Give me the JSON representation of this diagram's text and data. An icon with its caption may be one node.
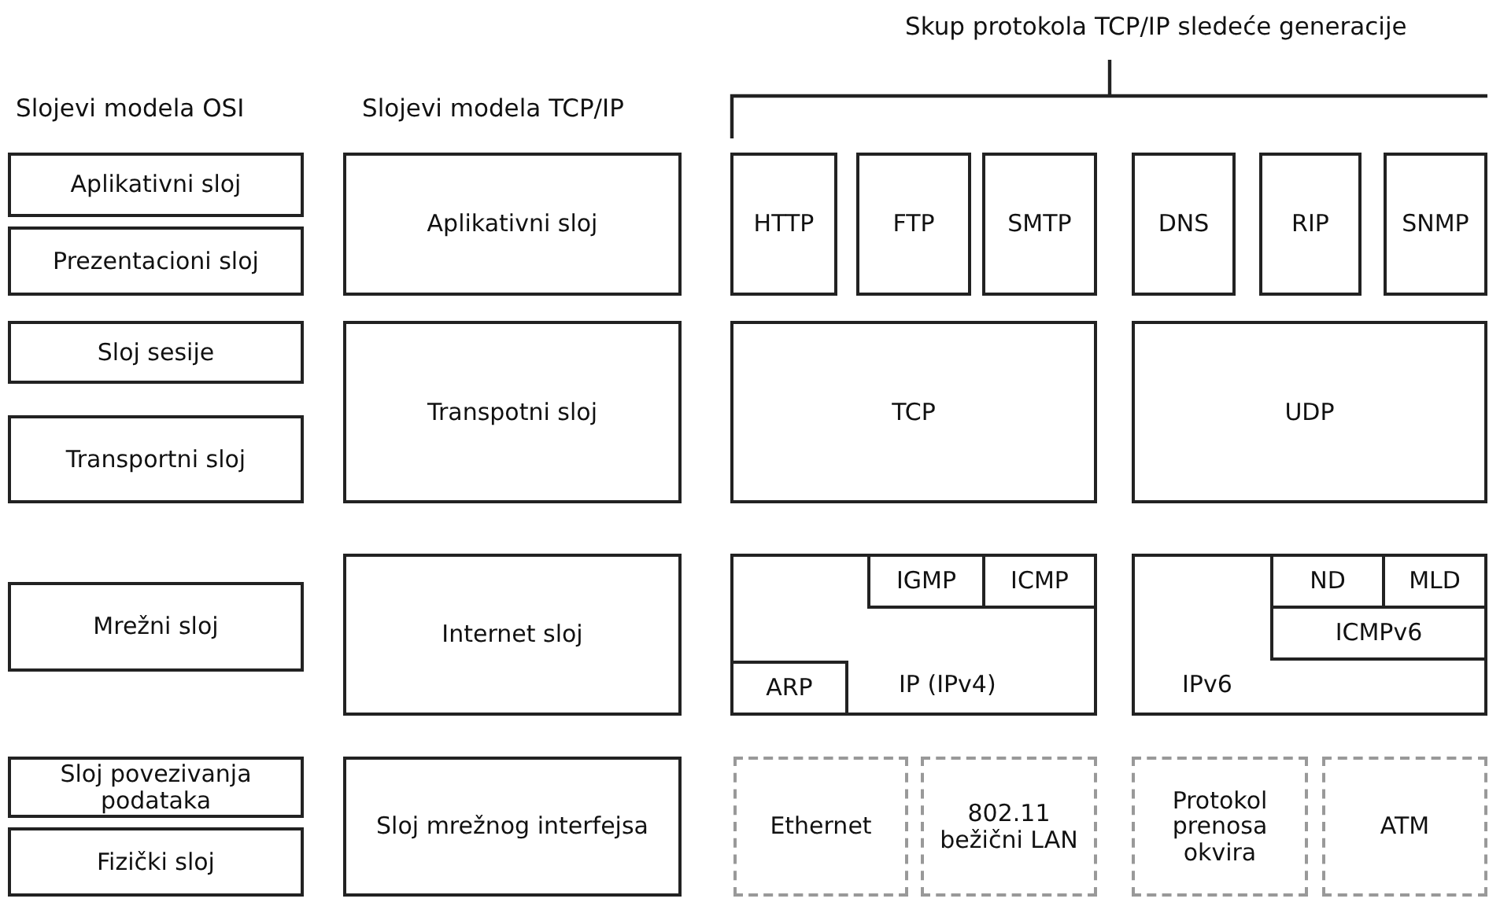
{
  "diagram": {
    "nodes": [
      {
        "text": [
          "Aplikativni sloj"
        ]
      },
      {
        "text": [
          "Prezentacioni sloj"
        ]
      },
      {
        "text": [
          "Sloj sesije"
        ]
      },
      {
        "text": [
          "Transportni sloj"
        ]
      },
      {
        "text": [
          "Mrežni sloj"
        ]
      },
      {
        "text": [
          "Sloj povezivanja podataka"
        ]
      },
      {
        "text": [
          "Fizički sloj"
        ]
      },
      {
        "text": [
          "Aplikativni sloj"
        ]
      },
      {
        "text": [
          "Transpotni sloj"
        ]
      },
      {
        "text": [
          "Internet sloj"
        ]
      },
      {
        "text": [
          "Sloj mrežnog interfejsa"
        ]
      },
      {
        "text": [
          "HTTP"
        ]
      },
      {
        "text": [
          "FTP"
        ]
      },
      {
        "text": [
          "SMTP"
        ]
      },
      {
        "text": [
          "DNS"
        ]
      },
      {
        "text": [
          "RIP"
        ]
      },
      {
        "text": [
          "SNMP"
        ]
      },
      {
        "text": [
          "TCP"
        ]
      },
      {
        "text": [
          "UDP"
        ]
      },
      {
        "text": [
          "IP (IPv4)"
        ]
      },
      {
        "text": [
          "IGMP"
        ],
        "in": 19
      },
      {
        "text": [
          "ICMP"
        ],
        "in": 19
      },
      {
        "text": [
          "ARP"
        ],
        "in": 19
      },
      {
        "text": [
          "IPv6"
        ]
      },
      {
        "text": [
          "ND"
        ],
        "in": 23
      },
      {
        "text": [
          "MLD"
        ],
        "in": 23
      },
      {
        "text": [
          "ICMPv6"
        ],
        "in": 23
      },
      {
        "text": [
          "Ethernet"
        ]
      },
      {
        "text": [
          "802.11 bežični LAN"
        ]
      },
      {
        "text": [
          "Protokol prenosa okvira"
        ]
      },
      {
        "text": [
          "ATM"
        ]
      }
    ],
    "labels": [
      "Skup protokola TCP/IP sledeće generacije",
      "Slojevi modela OSI",
      "Slojevi modela TCP/IP"
    ]
  }
}
